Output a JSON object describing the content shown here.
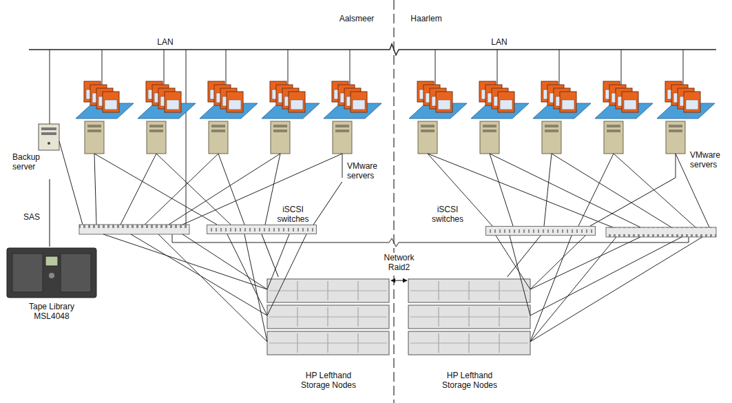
{
  "diagram": {
    "nodes": [
      {
        "text": [
          "Backup server"
        ]
      },
      {
        "text": [
          "Tape Library MSL4048"
        ]
      },
      {
        "text": [
          "VMware servers"
        ]
      },
      {
        "text": [
          "iSCSI switches"
        ]
      },
      {
        "text": [
          "VMware servers"
        ]
      },
      {
        "text": [
          "iSCSI switches"
        ]
      },
      {
        "text": [
          "HP Lefthand Storage Nodes"
        ]
      },
      {
        "text": [
          "HP Lefthand Storage Nodes"
        ]
      }
    ],
    "edges": [
      {
        "from": 0,
        "to": 1,
        "arrow": "none",
        "label": "SAS"
      },
      {
        "from": 2,
        "to": 3,
        "arrow": "none"
      },
      {
        "from": 4,
        "to": 5,
        "arrow": "none"
      },
      {
        "from": 3,
        "to": 6,
        "arrow": "none"
      },
      {
        "from": 5,
        "to": 7,
        "arrow": "none"
      },
      {
        "from": 6,
        "to": 7,
        "arrow": "both",
        "label": "Network Raid2"
      }
    ],
    "labels": [
      "Aalsmeer",
      "Haarlem",
      "LAN",
      "LAN"
    ]
  }
}
